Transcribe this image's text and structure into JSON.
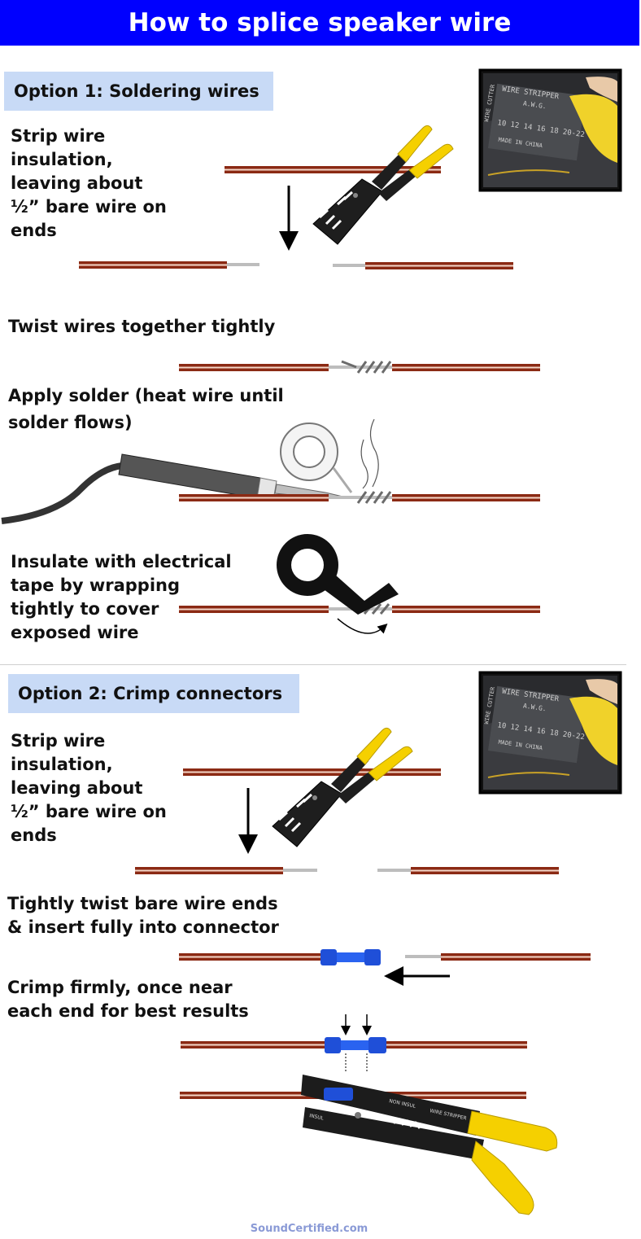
{
  "header": {
    "title": "How to splice speaker wire"
  },
  "option1": {
    "heading": "Option 1: Soldering wires",
    "steps": [
      "Strip wire\ninsulation,\nleaving about\n½” bare wire on\nends",
      "Twist wires together tightly",
      "Apply solder (heat wire until\nsolder flows)",
      "Insulate with electrical\ntape by wrapping\ntightly to cover\nexposed wire"
    ],
    "stripper_photo": {
      "brand_label": "WIRE STRIPPER",
      "gauge_label": "A.W.G.",
      "side_label": "WIRE CUTTER",
      "gauges": "10 12 14 16 18 20-22",
      "made_in": "MADE IN CHINA"
    }
  },
  "option2": {
    "heading": "Option 2: Crimp connectors",
    "steps": [
      "Strip wire\ninsulation,\nleaving about\n½” bare wire on\nends",
      "Tightly twist bare wire ends\n& insert fully into connector",
      "Crimp firmly, once near\neach end for best results"
    ],
    "crimper_labels": {
      "left": "INSUL",
      "mid": "NON INSUL",
      "right": "WIRE STRIPPER"
    }
  },
  "footer": {
    "credit": "SoundCertified.com"
  },
  "colors": {
    "header_bg": "#0000ff",
    "option_bg": "#c8daf6",
    "wire_copper": "#8b2a14",
    "handle_yellow": "#f5d000",
    "connector_blue": "#1f4fd8"
  }
}
